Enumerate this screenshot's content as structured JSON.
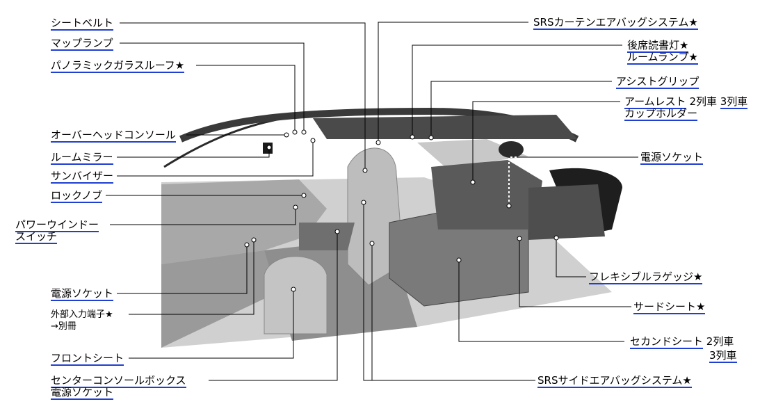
{
  "labels": {
    "seatbelt": "シートベルト",
    "map_lamp": "マップランプ",
    "panoramic_roof": "パノラミックガラスルーフ★",
    "overhead_console": "オーバーヘッドコンソール",
    "room_mirror": "ルームミラー",
    "sun_visor": "サンバイザー",
    "lock_knob": "ロックノブ",
    "power_window_1": "パワーウインドー",
    "power_window_2": "スイッチ",
    "power_socket_front": "電源ソケット",
    "external_input_1": "外部入力端子★",
    "external_input_2": "→別冊",
    "front_seat": "フロントシート",
    "center_console_1": "センターコンソールボックス",
    "center_console_2": "電源ソケット",
    "srs_curtain": "SRSカーテンエアバッグシステム★",
    "rear_reading_1": "後席読書灯★",
    "rear_reading_2": "ルームランプ★",
    "assist_grip": "アシストグリップ",
    "armrest_1": "アームレスト",
    "armrest_2row": "2列車",
    "armrest_3row": "3列車",
    "cup_holder": "カップホルダー",
    "power_socket_rear": "電源ソケット",
    "flexible_luggage": "フレキシブルラゲッジ★",
    "third_seat": "サードシート★",
    "second_seat_1": "セカンドシート",
    "second_seat_2row": "2列車",
    "second_seat_3row": "3列車",
    "srs_side": "SRSサイドエアバッグシステム★"
  },
  "colors": {
    "link_underline": "#1f3fd0",
    "leader_line": "#000000",
    "car_body": "#b5b5b5",
    "car_dark": "#2a2a2a"
  }
}
